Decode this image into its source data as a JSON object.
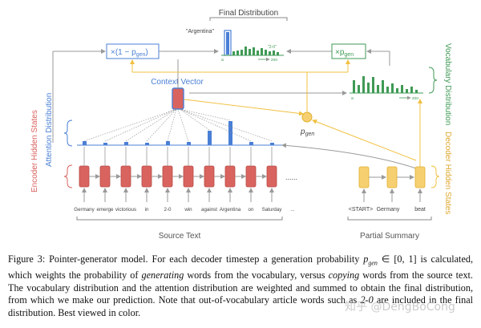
{
  "figure": {
    "final_distribution_label": "Final Distribution",
    "argentina_label": "\"Argentina\"",
    "two_zero_label": "\"2-0\"",
    "axis_a": "a",
    "axis_zoo": "zoo",
    "weight_left": "×(1 − p",
    "weight_left_sub": "gen",
    "weight_left_close": ")",
    "weight_right": "×p",
    "weight_right_sub": "gen",
    "context_vector_label": "Context Vector",
    "pgen_label": "p",
    "pgen_sub": "gen",
    "vocab_dist_label": "Vocabulary Distribution",
    "decoder_hidden_label": "Decoder Hidden States",
    "attention_dist_label": "Attention Distribution",
    "encoder_hidden_label": "Encoder Hidden States",
    "source_words": [
      "Germany",
      "emerge",
      "victorious",
      "in",
      "2-0",
      "win",
      "against",
      "Argentina",
      "on",
      "Saturday",
      "..."
    ],
    "decoder_words": [
      "<START>",
      "Germany",
      "beat"
    ],
    "source_text_label": "Source Text",
    "partial_summary_label": "Partial Summary",
    "ellipsis": "......"
  },
  "caption": {
    "prefix": "Figure 3: Pointer-generator model. For each decoder timestep a generation probability ",
    "p": "p",
    "p_sub": "gen",
    "range": " ∈ [0, 1] is calculated, which weights the probability of ",
    "generating": "generating",
    "mid1": " words from the vocabulary, versus ",
    "copying": "copying",
    "mid2": " words from the source text. The vocabulary distribution and the attention distribution are weighted and summed to obtain the final distribution, from which we make our prediction. Note that out-of-vocabulary article words such as ",
    "two_zero": "2-0",
    "suffix": " are included in the final distribution. Best viewed in color."
  },
  "watermark": "知乎 @DengBoCong",
  "colors": {
    "red": "#d9645f",
    "blue": "#4a7fd6",
    "green": "#3f9a55",
    "yellow": "#f0c040",
    "gray": "#9a9a9a"
  }
}
